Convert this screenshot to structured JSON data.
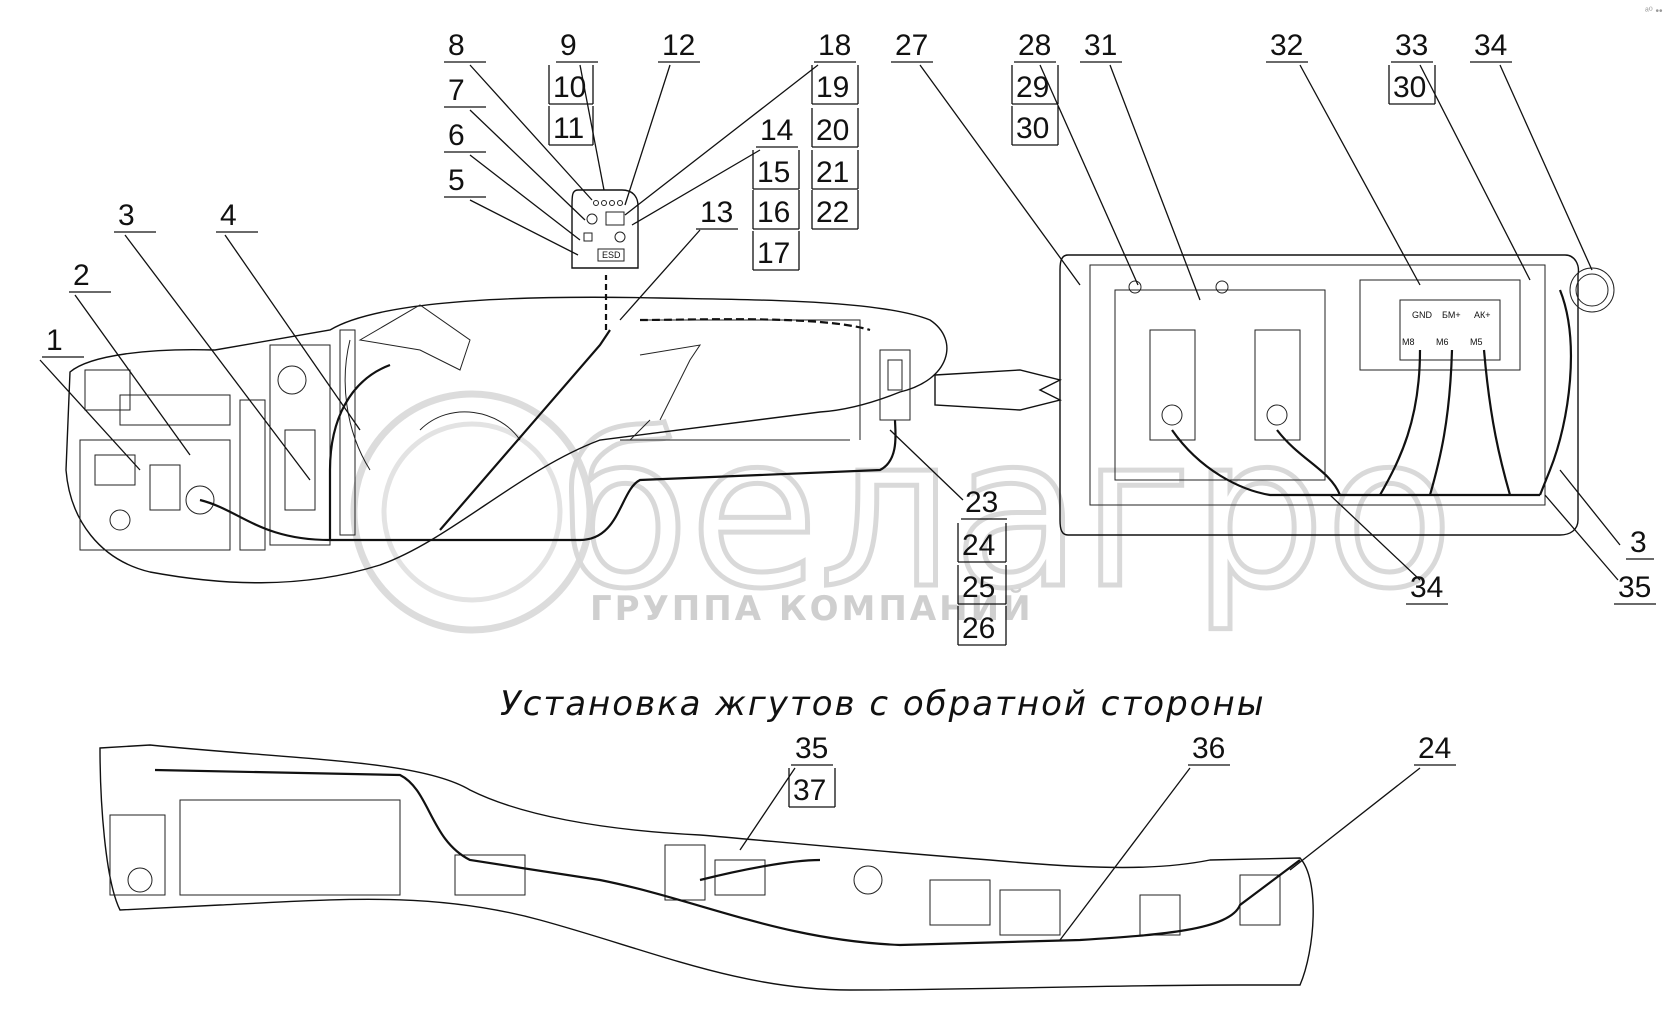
{
  "caption": "Установка жгутов с обратной стороны",
  "watermark": {
    "word": "белагро",
    "subtitle": "ГРУППА КОМПАНИЙ"
  },
  "corner_mark": "ᵃ⁰ ••",
  "terminal_labels": {
    "gnd": "GND",
    "bm": "БМ+",
    "ak": "АК+",
    "m8": "М8",
    "m6": "М6",
    "m5": "М5"
  },
  "panel_text": "ESD",
  "callouts": [
    {
      "id": "c1",
      "text": "1"
    },
    {
      "id": "c2",
      "text": "2"
    },
    {
      "id": "c3a",
      "text": "3"
    },
    {
      "id": "c4",
      "text": "4"
    },
    {
      "id": "c5",
      "text": "5"
    },
    {
      "id": "c6",
      "text": "6"
    },
    {
      "id": "c7",
      "text": "7"
    },
    {
      "id": "c8",
      "text": "8"
    },
    {
      "id": "c9",
      "text": "9"
    },
    {
      "id": "c10",
      "text": "10"
    },
    {
      "id": "c11",
      "text": "11"
    },
    {
      "id": "c12",
      "text": "12"
    },
    {
      "id": "c13",
      "text": "13"
    },
    {
      "id": "c14",
      "text": "14"
    },
    {
      "id": "c15",
      "text": "15"
    },
    {
      "id": "c16",
      "text": "16"
    },
    {
      "id": "c17",
      "text": "17"
    },
    {
      "id": "c18",
      "text": "18"
    },
    {
      "id": "c19",
      "text": "19"
    },
    {
      "id": "c20",
      "text": "20"
    },
    {
      "id": "c21",
      "text": "21"
    },
    {
      "id": "c22",
      "text": "22"
    },
    {
      "id": "c23",
      "text": "23"
    },
    {
      "id": "c24a",
      "text": "24"
    },
    {
      "id": "c25",
      "text": "25"
    },
    {
      "id": "c26",
      "text": "26"
    },
    {
      "id": "c27",
      "text": "27"
    },
    {
      "id": "c28",
      "text": "28"
    },
    {
      "id": "c29",
      "text": "29"
    },
    {
      "id": "c30a",
      "text": "30"
    },
    {
      "id": "c31",
      "text": "31"
    },
    {
      "id": "c32",
      "text": "32"
    },
    {
      "id": "c33",
      "text": "33"
    },
    {
      "id": "c30b",
      "text": "30"
    },
    {
      "id": "c34a",
      "text": "34"
    },
    {
      "id": "c34b",
      "text": "34"
    },
    {
      "id": "c3b",
      "text": "3"
    },
    {
      "id": "c35a",
      "text": "35"
    },
    {
      "id": "c35b",
      "text": "35"
    },
    {
      "id": "c37",
      "text": "37"
    },
    {
      "id": "c36",
      "text": "36"
    },
    {
      "id": "c24b",
      "text": "24"
    }
  ]
}
